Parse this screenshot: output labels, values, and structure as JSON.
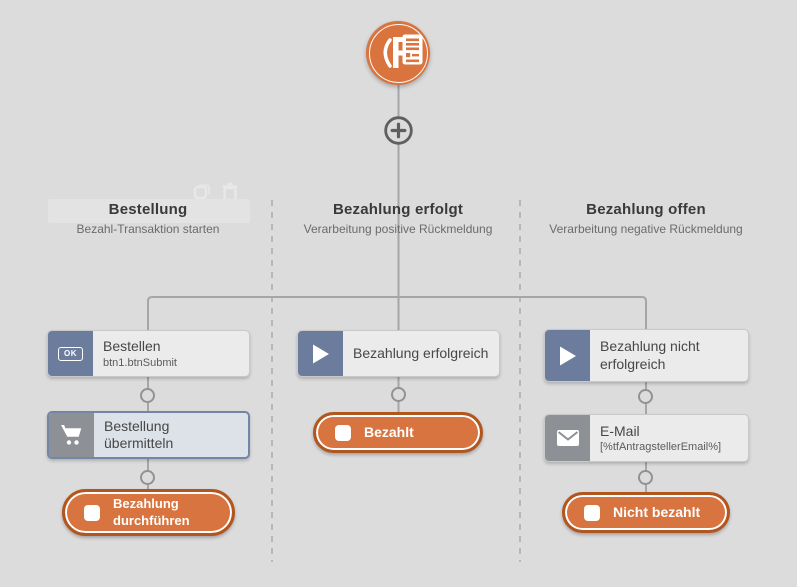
{
  "canvas": {
    "background": "#dcdcdc"
  },
  "colors": {
    "accent_orange": "#d9743f",
    "accent_orange_border": "#b2561f",
    "slate_icon_block": "#6b7c9c",
    "grey_icon_block": "#8d9094",
    "connector_line": "#a6a6a6",
    "selected_node_border": "#7287a8"
  },
  "start_node": {
    "icon": "form-app-icon"
  },
  "add_step": {
    "icon": "plus-icon"
  },
  "ghost_toolbar": {
    "icons": [
      "duplicate-icon",
      "trash-icon"
    ]
  },
  "columns": [
    {
      "title": "Bestellung",
      "subtitle": "Bezahl-Transaktion starten",
      "nodes": [
        {
          "kind": "action",
          "icon": "ok-button-icon",
          "icon_label": "OK",
          "title": "Bestellen",
          "subtitle": "btn1.btnSubmit",
          "selected": false
        },
        {
          "kind": "action",
          "icon": "cart-icon",
          "title": "Bestellung übermitteln",
          "selected": true
        },
        {
          "kind": "state",
          "icon": "status-square-icon",
          "title": "Bezahlung durchführen"
        }
      ]
    },
    {
      "title": "Bezahlung erfolgt",
      "subtitle": "Verarbeitung positive Rückmeldung",
      "nodes": [
        {
          "kind": "action",
          "icon": "play-icon",
          "title": "Bezahlung erfolgreich",
          "selected": false
        },
        {
          "kind": "state",
          "icon": "status-square-icon",
          "title": "Bezahlt"
        }
      ]
    },
    {
      "title": "Bezahlung offen",
      "subtitle": "Verarbeitung negative Rückmeldung",
      "nodes": [
        {
          "kind": "action",
          "icon": "play-icon",
          "title": "Bezahlung nicht erfolgreich",
          "selected": false
        },
        {
          "kind": "action",
          "icon": "mail-icon",
          "title": "E-Mail",
          "subtitle": "[%tfAntragstellerEmail%]",
          "selected": false
        },
        {
          "kind": "state",
          "icon": "status-square-icon",
          "title": "Nicht bezahlt"
        }
      ]
    }
  ]
}
